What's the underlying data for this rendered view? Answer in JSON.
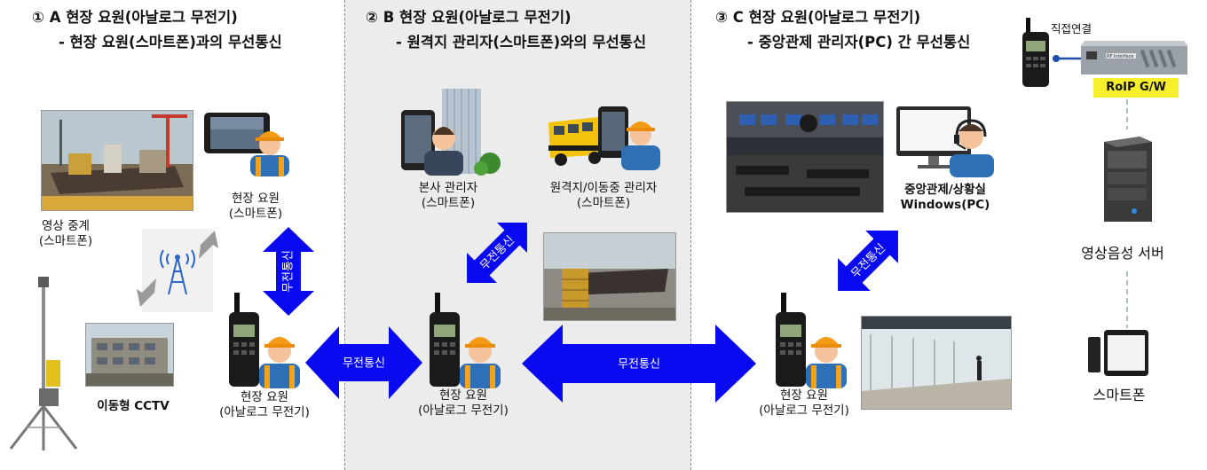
{
  "sectionA": {
    "title": "① A 현장 요원(아날로그 무전기)",
    "subtitle": "- 현장 요원(스마트폰)과의 무선통신",
    "video_relay": [
      "영상 중계",
      "(스마트폰)"
    ],
    "field_phone": [
      "현장 요원",
      "(스마트폰)"
    ],
    "cctv": "이동형 CCTV",
    "field_radio": [
      "현장 요원",
      "(아날로그 무전기)"
    ],
    "link_vertical": "무전통신"
  },
  "sectionB": {
    "title": "② B 현장 요원(아날로그 무전기)",
    "subtitle": "- 원격지 관리자(스마트폰)와의 무선통신",
    "hq_manager": [
      "본사 관리자",
      "(스마트폰)"
    ],
    "remote_manager": [
      "원격지/이동중 관리자",
      "(스마트폰)"
    ],
    "field_radio": [
      "현장 요원",
      "(아날로그 무전기)"
    ],
    "link_diag": "무전통신",
    "link_left": "무전통신"
  },
  "sectionC": {
    "title": "③ C 현장 요원(아날로그 무전기)",
    "subtitle": "- 중앙관제 관리자(PC) 간 무선통신",
    "control_room": [
      "중앙관제/상황실",
      "Windows(PC)"
    ],
    "field_radio": [
      "현장 요원",
      "(아날로그 무전기)"
    ],
    "link_diag": "무전통신",
    "link_long": "무전통신"
  },
  "infra": {
    "direct_link": "직접연결",
    "gateway_label": "RoIP G/W",
    "server_label": "영상음성 서버",
    "smartphone_label": "스마트폰",
    "device_face_text": "RF Interface"
  },
  "colors": {
    "arrow": "#0a0af0",
    "gray_arrow": "#9a9a9a",
    "tag_yellow": "#f7ee2c",
    "panel_b": "#ececec"
  }
}
